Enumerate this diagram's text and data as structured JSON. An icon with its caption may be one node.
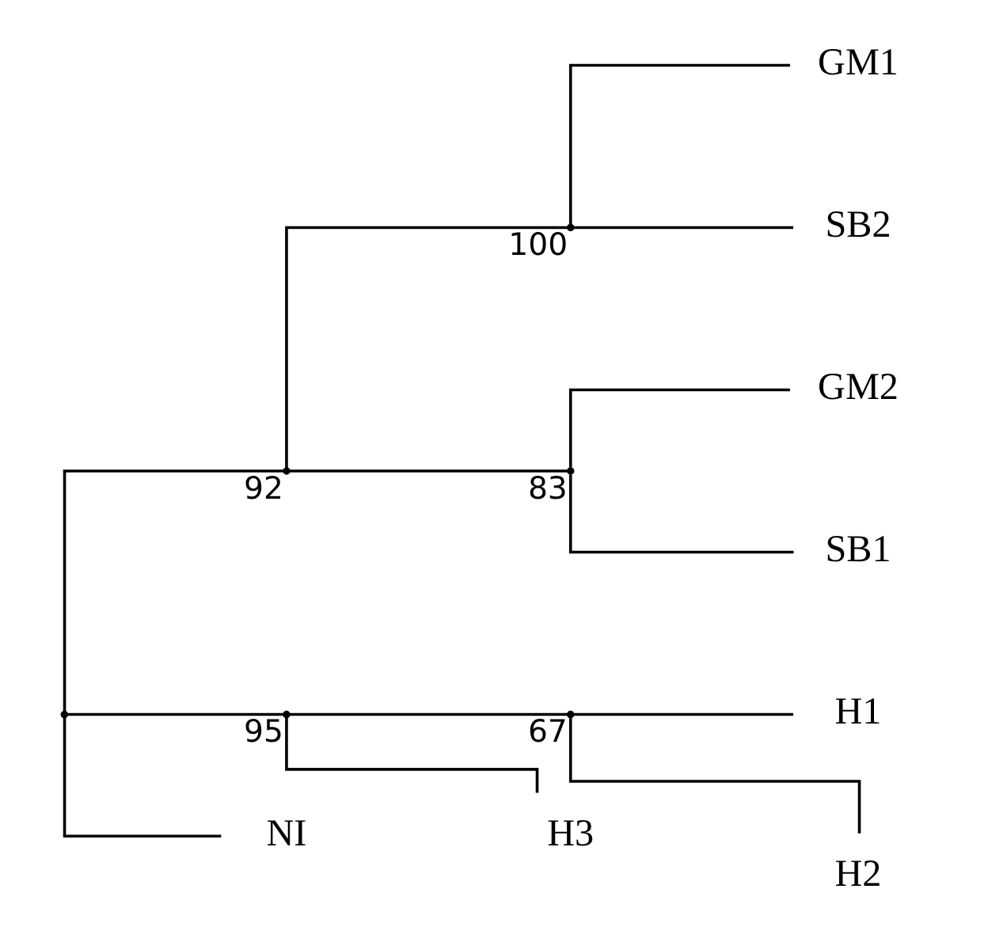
{
  "diagram": {
    "nodes": [
      {
        "text": [],
        "shape": "point"
      },
      {
        "text": [],
        "shape": "point",
        "beside": [
          "92"
        ]
      },
      {
        "text": [],
        "shape": "point",
        "beside": [
          "100"
        ]
      },
      {
        "text": [
          "GM1"
        ]
      },
      {
        "text": [
          "SB2"
        ]
      },
      {
        "text": [],
        "shape": "point",
        "beside": [
          "83"
        ]
      },
      {
        "text": [
          "GM2"
        ]
      },
      {
        "text": [
          "SB1"
        ]
      },
      {
        "text": [],
        "shape": "point",
        "beside": [
          "95"
        ]
      },
      {
        "text": [],
        "shape": "point",
        "beside": [
          "67"
        ]
      },
      {
        "text": [
          "H1"
        ]
      },
      {
        "text": [
          "H2"
        ]
      },
      {
        "text": [
          "H3"
        ]
      },
      {
        "text": [
          "NI"
        ]
      }
    ],
    "edges": [
      {
        "from": 0,
        "to": 1,
        "arrow": "none"
      },
      {
        "from": 1,
        "to": 2,
        "arrow": "none"
      },
      {
        "from": 2,
        "to": 3,
        "arrow": "none"
      },
      {
        "from": 2,
        "to": 4,
        "arrow": "none"
      },
      {
        "from": 1,
        "to": 5,
        "arrow": "none"
      },
      {
        "from": 5,
        "to": 6,
        "arrow": "none"
      },
      {
        "from": 5,
        "to": 7,
        "arrow": "none"
      },
      {
        "from": 0,
        "to": 8,
        "arrow": "none"
      },
      {
        "from": 8,
        "to": 9,
        "arrow": "none"
      },
      {
        "from": 9,
        "to": 10,
        "arrow": "none"
      },
      {
        "from": 9,
        "to": 11,
        "arrow": "none"
      },
      {
        "from": 8,
        "to": 12,
        "arrow": "none"
      },
      {
        "from": 0,
        "to": 13,
        "arrow": "none"
      }
    ]
  }
}
